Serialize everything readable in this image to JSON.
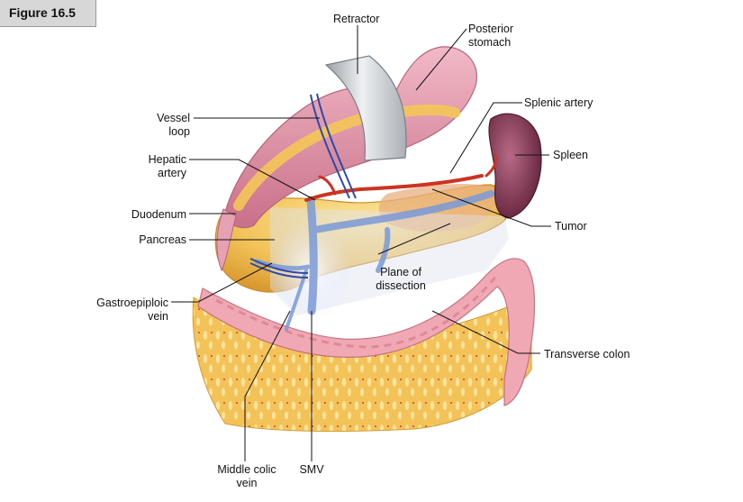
{
  "figure": {
    "number": "Figure 16.5"
  },
  "labels": {
    "retractor": "Retractor",
    "posterior_stomach": [
      "Posterior",
      "stomach"
    ],
    "vessel_loop": [
      "Vessel",
      "loop"
    ],
    "hepatic_artery": [
      "Hepatic",
      "artery"
    ],
    "duodenum": "Duodenum",
    "pancreas": "Pancreas",
    "gastroepiploic_vein": [
      "Gastroepiploic",
      "vein"
    ],
    "middle_colic_vein": [
      "Middle colic",
      "vein"
    ],
    "smv": "SMV",
    "splenic_artery": "Splenic artery",
    "spleen": "Spleen",
    "tumor": "Tumor",
    "plane_of_dissection": [
      "Plane of",
      "dissection"
    ],
    "transverse_colon": "Transverse colon"
  },
  "colors": {
    "fat": "#f0c050",
    "stomach": "#dc90a8",
    "spleen": "#8a3a55",
    "vein": "#7a9ad8",
    "artery": "#cc3322",
    "colon": "#f0a8b4",
    "retractor": "#c8cdd2"
  }
}
